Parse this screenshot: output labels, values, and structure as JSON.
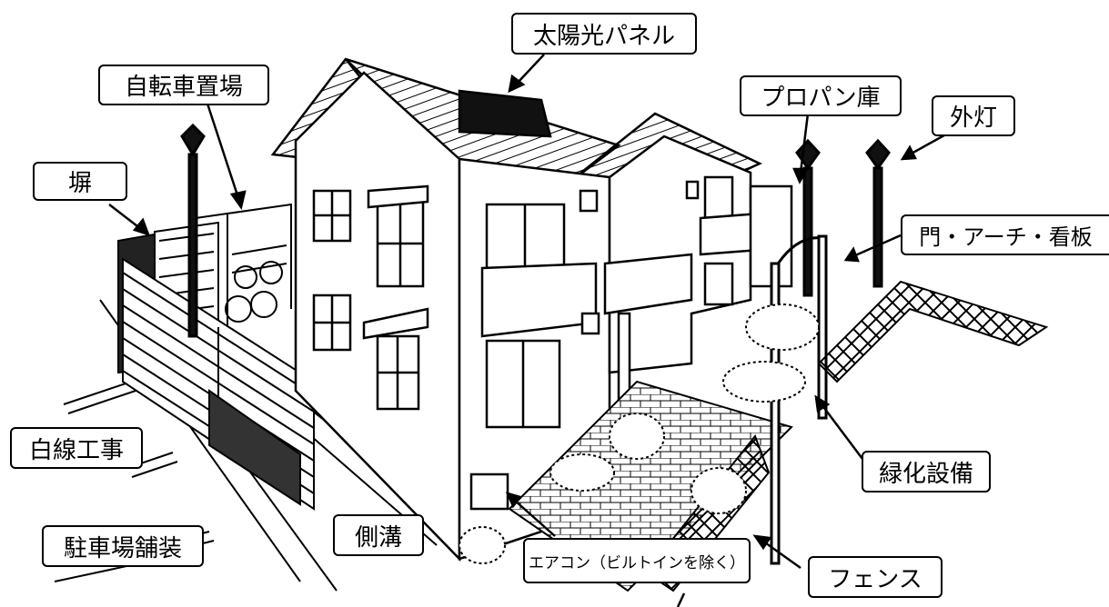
{
  "labels": {
    "solar": "太陽光パネル",
    "bicycle": "自転車置場",
    "propane": "プロパン庫",
    "outdoor_light": "外灯",
    "wall": "塀",
    "gate": "門・アーチ・看板",
    "white_line": "白線工事",
    "greening": "緑化設備",
    "parking": "駐車場舗装",
    "gutter": "側溝",
    "aircon": "エアコン（ビルトインを除く）",
    "fence": "フェンス"
  }
}
